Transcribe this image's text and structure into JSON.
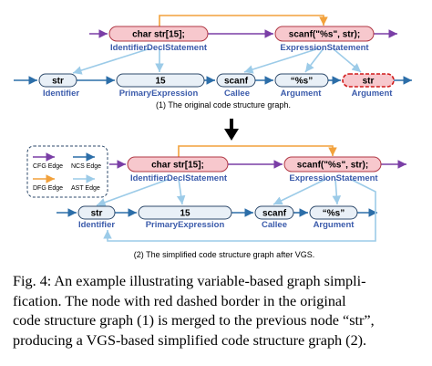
{
  "graph1": {
    "subcaption": "(1) The original code structure graph.",
    "nodes": {
      "decl": {
        "text": "char str[15];",
        "label": "IdentifierDeclStatement"
      },
      "expr": {
        "text": "scanf(\"%s\", str);",
        "label": "ExpressionStatement"
      },
      "ident": {
        "text": "str",
        "label": "Identifier"
      },
      "prim": {
        "text": "15",
        "label": "PrimaryExpression"
      },
      "callee": {
        "text": "scanf",
        "label": "Callee"
      },
      "arg1": {
        "text": "“%s”",
        "label": "Argument"
      },
      "arg2": {
        "text": "str",
        "label": "Argument"
      }
    }
  },
  "graph2": {
    "subcaption": "(2) The simplified code structure graph after VGS.",
    "nodes": {
      "decl": {
        "text": "char str[15];",
        "label": "IdentifierDeclStatement"
      },
      "expr": {
        "text": "scanf(\"%s\", str);",
        "label": "ExpressionStatement"
      },
      "ident": {
        "text": "str",
        "label": "Identifier"
      },
      "prim": {
        "text": "15",
        "label": "PrimaryExpression"
      },
      "callee": {
        "text": "scanf",
        "label": "Callee"
      },
      "arg1": {
        "text": "“%s”",
        "label": "Argument"
      }
    }
  },
  "legend": {
    "cfg": "CFG Edge",
    "ncs": "NCS Edge",
    "dfg": "DFG Edge",
    "ast": "AST Edge"
  },
  "colors": {
    "cfg": "#7a3ea6",
    "ncs": "#2c6ea8",
    "dfg": "#f2a13b",
    "ast": "#9ccbe8",
    "statement_fill": "#f7c8cd",
    "statement_stroke": "#b03845",
    "node_fill": "#e9f0f7",
    "node_stroke": "#2e4a6b",
    "label": "#3b5bab",
    "merged_border": "#d11b1b"
  },
  "caption": {
    "lines": [
      "Fig. 4: An example illustrating variable-based graph simpli-",
      "fication. The node with red dashed border in the original",
      "code structure graph (1) is merged to the previous node “str”,",
      "producing a VGS-based simplified code structure graph (2)."
    ]
  }
}
